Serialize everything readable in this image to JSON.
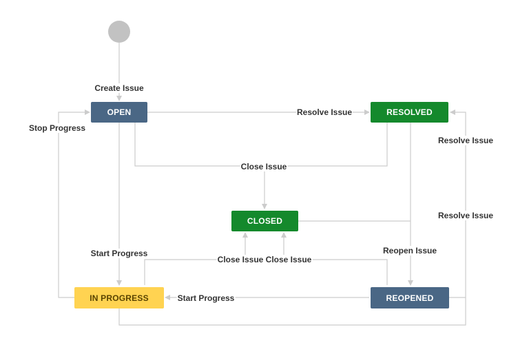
{
  "colors": {
    "open": "#4a6785",
    "resolved": "#14892c",
    "closed": "#14892c",
    "in_progress": "#ffd351",
    "in_progress_text": "#594300",
    "reopened": "#4a6785",
    "start": "#c2c2c2",
    "edge": "#cccccc",
    "label": "#333333"
  },
  "nodes": {
    "open": "OPEN",
    "resolved": "RESOLVED",
    "closed": "CLOSED",
    "in_progress": "IN PROGRESS",
    "reopened": "REOPENED"
  },
  "transitions": {
    "create_issue": "Create Issue",
    "resolve_issue_top": "Resolve Issue",
    "stop_progress": "Stop Progress",
    "close_issue_mid": "Close Issue",
    "resolve_issue_right1": "Resolve Issue",
    "resolve_issue_right2": "Resolve Issue",
    "start_progress_left": "Start Progress",
    "reopen_issue": "Reopen Issue",
    "close_issue_left": "Close Issue",
    "close_issue_right": "Close Issue",
    "start_progress_bottom": "Start Progress"
  }
}
